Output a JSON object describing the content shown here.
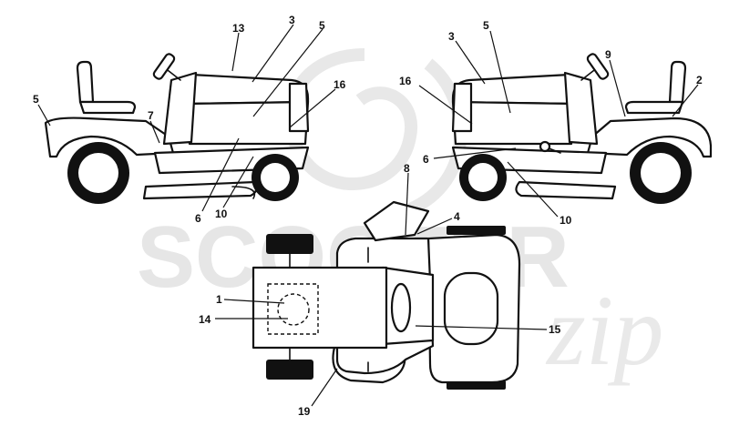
{
  "watermark": {
    "brand_main": "SCOOTER",
    "brand_script": "zip"
  },
  "callouts": {
    "left": {
      "c13": "13",
      "c3": "3",
      "c5a": "5",
      "c16": "16",
      "c5b": "5",
      "c7": "7",
      "c6": "6",
      "c10": "10"
    },
    "right": {
      "c3": "3",
      "c5": "5",
      "c9": "9",
      "c2": "2",
      "c16": "16",
      "c6": "6",
      "c10": "10"
    },
    "top": {
      "c8": "8",
      "c4": "4",
      "c1": "1",
      "c14": "14",
      "c15": "15",
      "c19": "19"
    }
  }
}
